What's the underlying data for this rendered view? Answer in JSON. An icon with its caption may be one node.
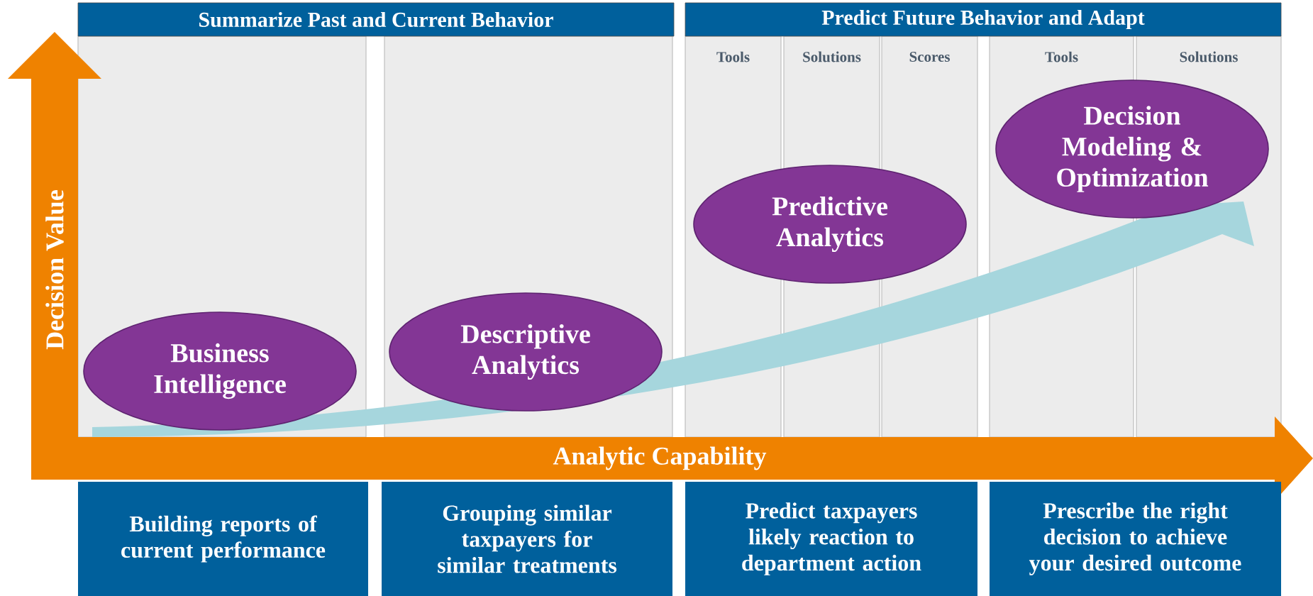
{
  "diagram": {
    "nodes": [
      {
        "text": [
          "Summarize Past and Current Behavior"
        ]
      },
      {
        "text": [
          "Predict Future Behavior and Adapt"
        ]
      },
      {
        "text": [],
        "shape": "box"
      },
      {
        "text": [],
        "shape": "box"
      },
      {
        "text": [
          "Tools"
        ]
      },
      {
        "text": [
          "Solutions"
        ]
      },
      {
        "text": [
          "Scores"
        ]
      },
      {
        "text": [
          "Tools"
        ]
      },
      {
        "text": [
          "Solutions"
        ]
      },
      {
        "text": [
          "Business Intelligence"
        ],
        "in": 2
      },
      {
        "text": [
          "Descriptive Analytics"
        ],
        "in": 3
      },
      {
        "text": [
          "Predictive Analytics"
        ]
      },
      {
        "text": [
          "Decision Modeling & Optimization"
        ]
      },
      {
        "text": [
          "Building reports of current performance"
        ]
      },
      {
        "text": [
          "Grouping similar taxpayers for similar treatments"
        ]
      },
      {
        "text": [
          "Predict taxpayers likely reaction to department action"
        ]
      },
      {
        "text": [
          "Prescribe the right decision to achieve your desired outcome"
        ]
      }
    ],
    "labels": [
      "Decision Value",
      "Analytic Capability"
    ]
  }
}
